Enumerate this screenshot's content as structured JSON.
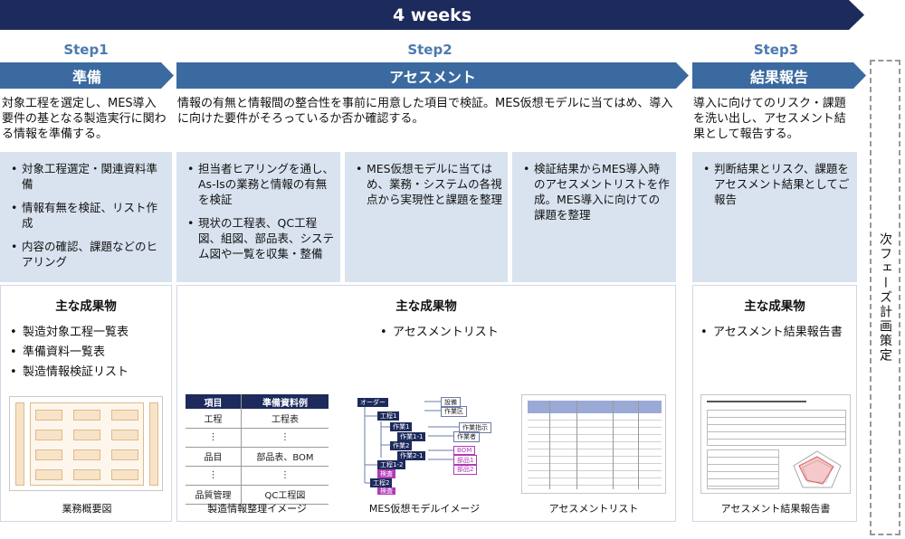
{
  "timeline": {
    "label": "4 weeks"
  },
  "steps": [
    {
      "num": "Step1",
      "title": "準備",
      "desc": "対象工程を選定し、MES導入要件の基となる製造実行に関わる情報を準備する。",
      "bullets": [
        "対象工程選定・関連資料準備",
        "情報有無を検証、リスト作成",
        "内容の確認、課題などのヒアリング"
      ],
      "deliverables_title": "主な成果物",
      "deliverables": [
        "製造対象工程一覧表",
        "準備資料一覧表",
        "製造情報検証リスト"
      ],
      "image_caption": "業務概要図"
    },
    {
      "num": "Step2",
      "title": "アセスメント",
      "desc": "情報の有無と情報間の整合性を事前に用意した項目で検証。MES仮想モデルに当てはめ、導入に向けた要件がそろっているか否か確認する。",
      "bullet_cols": [
        [
          "担当者ヒアリングを通し、As-Isの業務と情報の有無を検証",
          "現状の工程表、QC工程図、組図、部品表、システム図や一覧を収集・整備"
        ],
        [
          "MES仮想モデルに当てはめ、業務・システムの各視点から実現性と課題を整理"
        ],
        [
          "検証結果からMES導入時のアセスメントリストを作成。MES導入に向けての課題を整理"
        ]
      ],
      "deliverables_title": "主な成果物",
      "deliverables": [
        "アセスメントリスト"
      ],
      "image_captions": [
        "製造情報整理イメージ",
        "MES仮想モデルイメージ",
        "アセスメントリスト"
      ]
    },
    {
      "num": "Step3",
      "title": "結果報告",
      "desc": "導入に向けてのリスク・課題を洗い出し、アセスメント結果として報告する。",
      "bullets": [
        "判断結果とリスク、課題をアセスメント結果としてご報告"
      ],
      "deliverables_title": "主な成果物",
      "deliverables": [
        "アセスメント結果報告書"
      ],
      "image_caption": "アセスメント結果報告書"
    }
  ],
  "next_phase": "次フェーズ計画策定",
  "sample_table": {
    "headers": [
      "項目",
      "準備資料例"
    ],
    "rows": [
      [
        "工程",
        "工程表"
      ],
      [
        "⋮",
        "⋮"
      ],
      [
        "品目",
        "部品表、BOM"
      ],
      [
        "⋮",
        "⋮"
      ],
      [
        "品質管理",
        "QC工程図"
      ]
    ]
  },
  "model_tree": {
    "nodes": [
      "オーダー",
      "工程1",
      "作業1",
      "作業1-1",
      "作業2",
      "作業2-1",
      "工程1-2",
      "検査",
      "工程2",
      "検査"
    ],
    "side": [
      "設備",
      "作業区",
      "作業指示",
      "作業者",
      "BOM",
      "部品1",
      "部品2"
    ]
  },
  "colors": {
    "navy": "#1d2a5c",
    "banner": "#3b6aa0",
    "step_label": "#4c7ab0",
    "box": "#d9e3f0"
  }
}
